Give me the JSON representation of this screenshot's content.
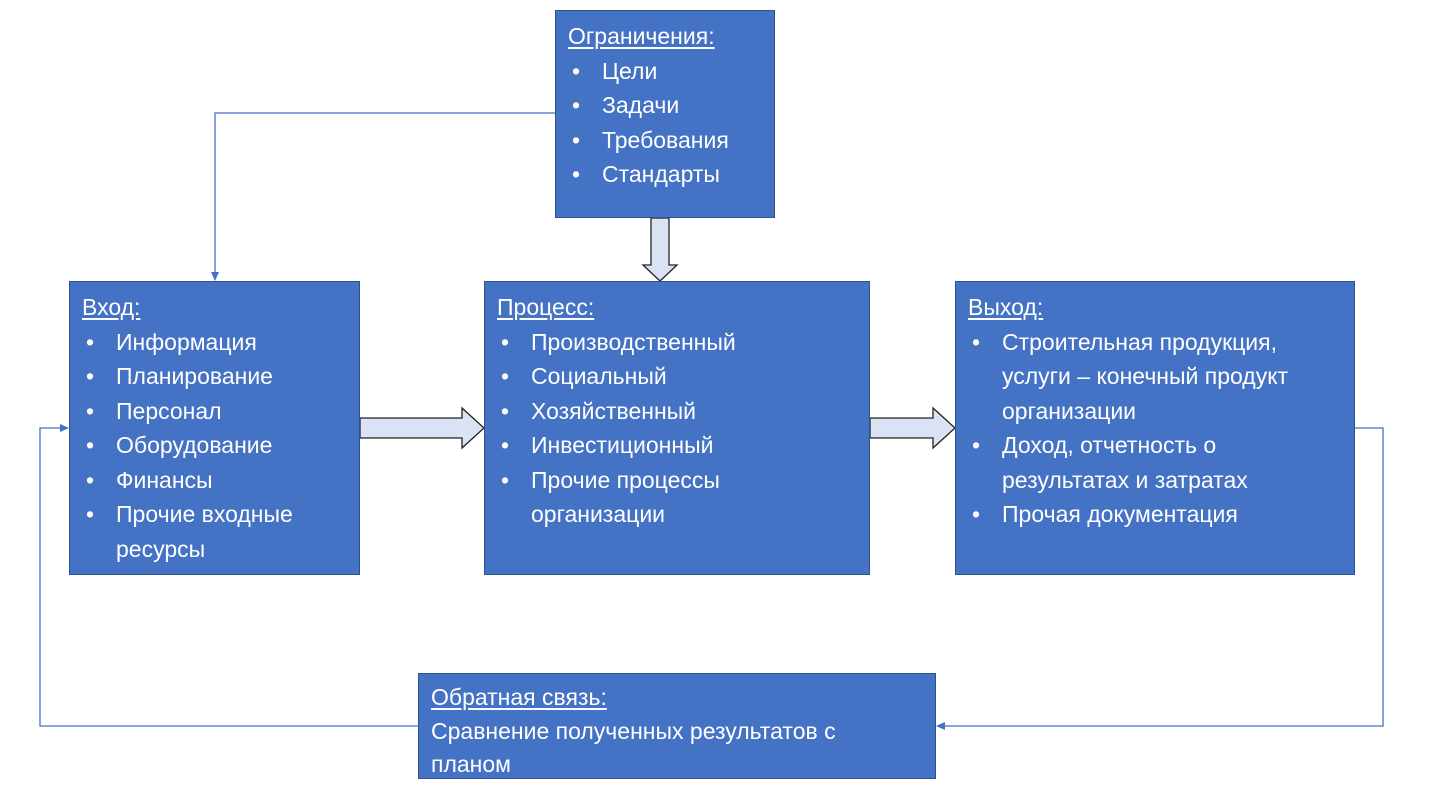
{
  "constraints": {
    "title": "Ограничения:",
    "items": [
      "Цели",
      "Задачи",
      "Требования",
      "Стандарты"
    ]
  },
  "input": {
    "title": "Вход:",
    "items": [
      "Информация",
      "Планирование",
      "Персонал",
      "Оборудование",
      "Финансы",
      "Прочие входные ресурсы"
    ]
  },
  "process": {
    "title": "Процесс:",
    "items": [
      "Производственный",
      "Социальный",
      "Хозяйственный",
      "Инвестиционный",
      "Прочие процессы организации"
    ]
  },
  "output": {
    "title": "Выход:",
    "items": [
      "Строительная продукция, услуги – конечный продукт организации",
      "Доход, отчетность о результатах и затратах",
      "Прочая документация"
    ]
  },
  "feedback": {
    "title": "Обратная связь:",
    "text": "Сравнение полученных результатов с планом"
  },
  "colors": {
    "box": "#4472C4",
    "border": "#2F528F",
    "arrow_fill": "#DAE3F3",
    "line": "#4472C4"
  }
}
